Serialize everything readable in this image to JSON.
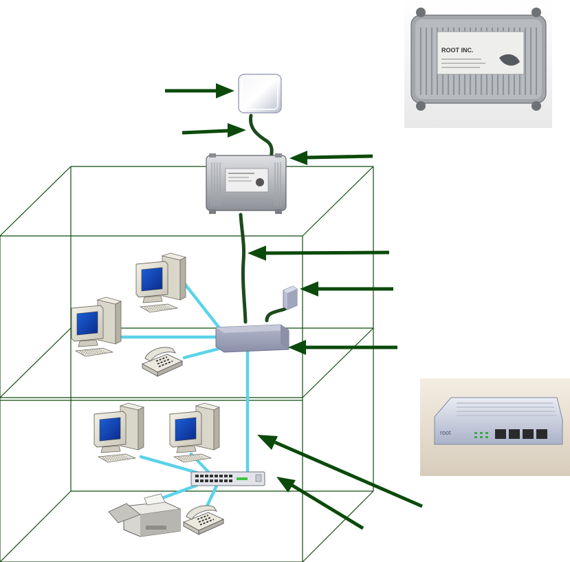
{
  "diagram": {
    "colors": {
      "arrow": "#0b4a0b",
      "cable_ethernet": "#5bd3e8",
      "cable_coax": "#1d4a1d",
      "building_lines": "#0e4a0e",
      "switch_box": "#9aa0b8"
    },
    "photo_top": {
      "device": "outdoor-unit",
      "brand_text": "ROOT INC.",
      "caption_lines": [
        "",
        ""
      ]
    },
    "photo_bottom": {
      "device": "indoor-modem",
      "brand_text": "root"
    },
    "icons": [
      "antenna-icon",
      "outdoor-unit-icon",
      "power-adapter-icon",
      "indoor-switch-box-icon",
      "rack-switch-icon",
      "computer-icon",
      "phone-icon",
      "fax-icon"
    ]
  }
}
